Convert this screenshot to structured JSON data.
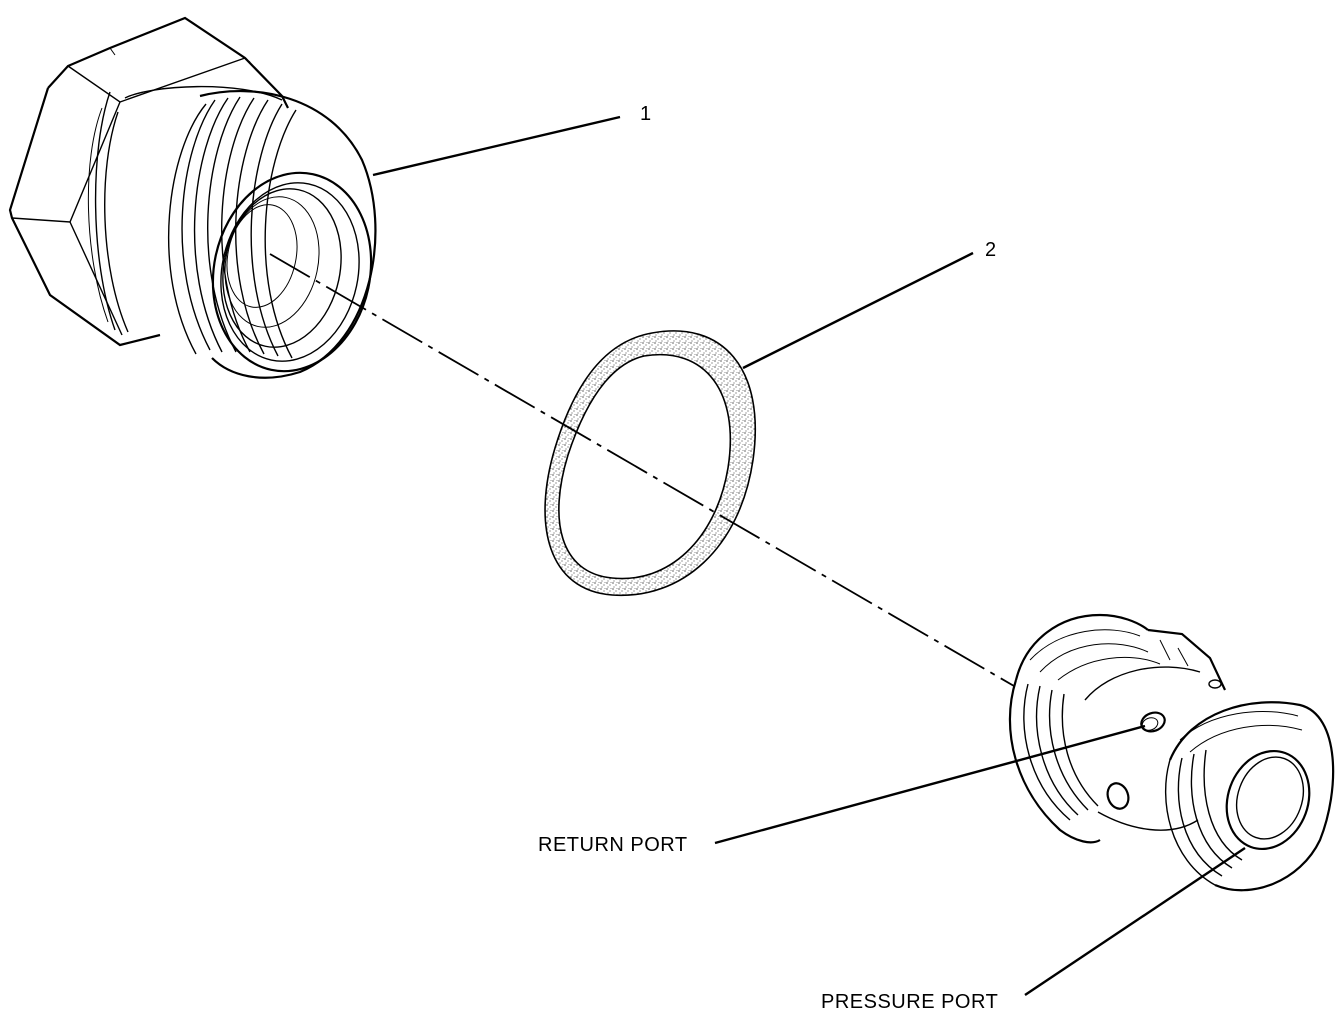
{
  "callouts": {
    "item_1": "1",
    "item_2": "2"
  },
  "ports": {
    "return_port": "RETURN PORT",
    "pressure_port": "PRESSURE PORT"
  },
  "colors": {
    "line": "#000000",
    "background": "#ffffff"
  }
}
